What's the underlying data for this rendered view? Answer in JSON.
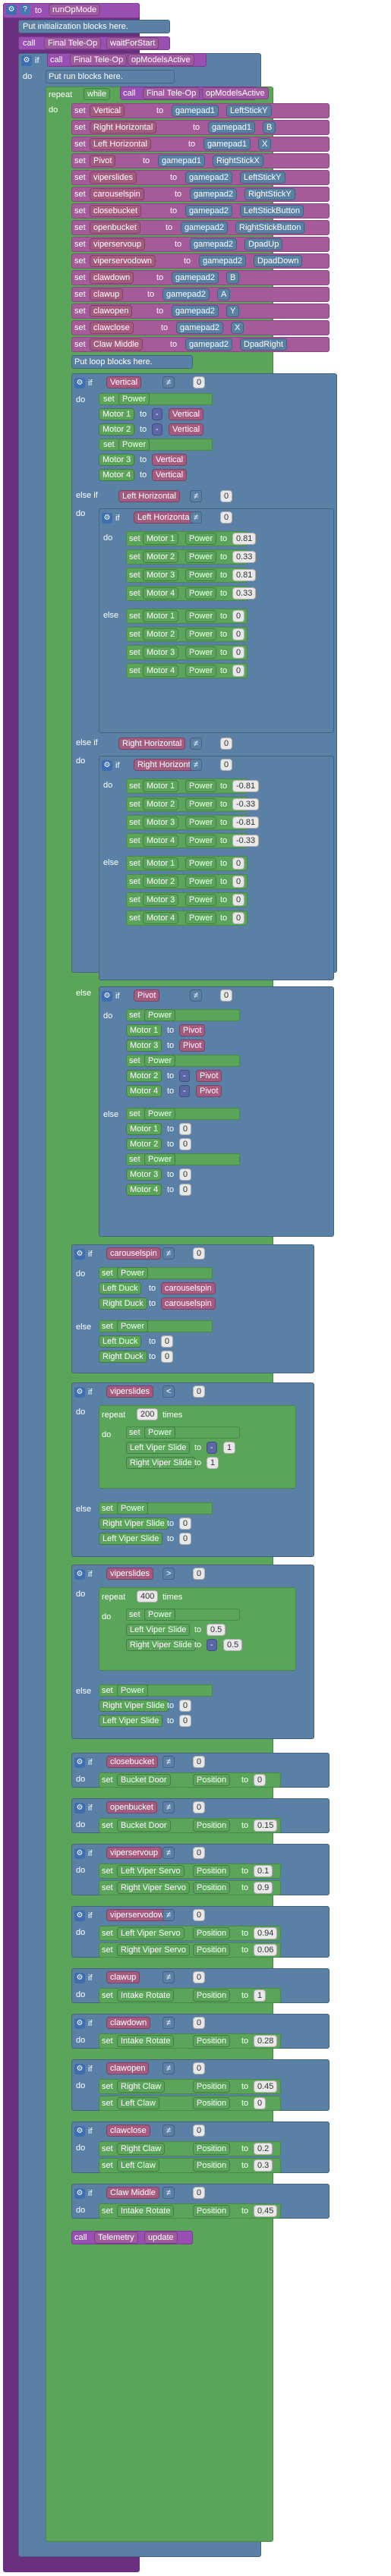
{
  "header": {
    "op_mode": "runOpMode",
    "init_comment": "Put initialization blocks here.",
    "final_teleop": "Final Tele-Op",
    "wait": "waitForStart",
    "active": "opModelsActive",
    "run_comment": "Put run blocks here.",
    "loop_comment": "Put loop blocks here."
  },
  "keywords": {
    "to": "to",
    "call": "call",
    "if": "if",
    "do": "do",
    "set": "set",
    "else": "else",
    "else_if": "else if",
    "repeat": "repeat",
    "while": "while",
    "times": "times",
    "power": "Power",
    "position": "Position"
  },
  "ops": {
    "neq": "≠",
    "lt": "<",
    "gt": ">",
    "neg": "-"
  },
  "assignments": [
    {
      "var": "Vertical",
      "pad": "gamepad1",
      "field": "LeftStickY"
    },
    {
      "var": "Right Horizontal",
      "pad": "gamepad1",
      "field": "B"
    },
    {
      "var": "Left Horizontal",
      "pad": "gamepad1",
      "field": "X"
    },
    {
      "var": "Pivot",
      "pad": "gamepad1",
      "field": "RightStickX"
    },
    {
      "var": "viperslides",
      "pad": "gamepad2",
      "field": "LeftStickY"
    },
    {
      "var": "carouselspin",
      "pad": "gamepad2",
      "field": "RightStickY"
    },
    {
      "var": "closebucket",
      "pad": "gamepad2",
      "field": "LeftStickButton"
    },
    {
      "var": "openbucket",
      "pad": "gamepad2",
      "field": "RightStickButton"
    },
    {
      "var": "viperservoup",
      "pad": "gamepad2",
      "field": "DpadUp"
    },
    {
      "var": "viperservodown",
      "pad": "gamepad2",
      "field": "DpadDown"
    },
    {
      "var": "clawdown",
      "pad": "gamepad2",
      "field": "B"
    },
    {
      "var": "clawup",
      "pad": "gamepad2",
      "field": "A"
    },
    {
      "var": "clawopen",
      "pad": "gamepad2",
      "field": "Y"
    },
    {
      "var": "clawclose",
      "pad": "gamepad2",
      "field": "X"
    },
    {
      "var": "Claw Middle",
      "pad": "gamepad2",
      "field": "DpadRight"
    }
  ],
  "motors": {
    "m1": "Motor 1",
    "m2": "Motor 2",
    "m3": "Motor 3",
    "m4": "Motor 4"
  },
  "vars": {
    "vertical": "Vertical",
    "left_h": "Left Horizontal",
    "right_h": "Right Horizontal",
    "pivot": "Pivot",
    "carousel": "carouselspin",
    "viper": "viperslides",
    "closebucket": "closebucket",
    "openbucket": "openbucket",
    "viperservoup": "viperservoup",
    "viperservodown": "viperservodown",
    "clawup": "clawup",
    "clawdown": "clawdown",
    "clawopen": "clawopen",
    "clawclose": "clawclose",
    "claw_middle": "Claw Middle"
  },
  "devices": {
    "left_duck": "Left Duck",
    "right_duck": "Right Duck",
    "left_viper": "Left Viper Slide",
    "right_viper": "Right Viper Slide",
    "bucket_door": "Bucket Door",
    "left_viper_servo": "Left Viper Servo",
    "right_viper_servo": "Right Viper Servo",
    "intake_rotate": "Intake Rotate",
    "right_claw": "Right Claw",
    "left_claw": "Left Claw"
  },
  "nums": {
    "zero": "0",
    "one": "1",
    "p81": "0.81",
    "p33": "0.33",
    "n81": "-0.81",
    "n33": "-0.33",
    "r200": "200",
    "r400": "400",
    "p5": "0.5",
    "p15": "0.15",
    "p1": "0.1",
    "p9": "0.9",
    "p94": "0.94",
    "p06": "0.06",
    "p28": "0.28",
    "p45": "0.45",
    "p2": "0.2",
    "p3": "0.3"
  },
  "footer": {
    "telemetry": "Telemetry",
    "update": "update"
  }
}
